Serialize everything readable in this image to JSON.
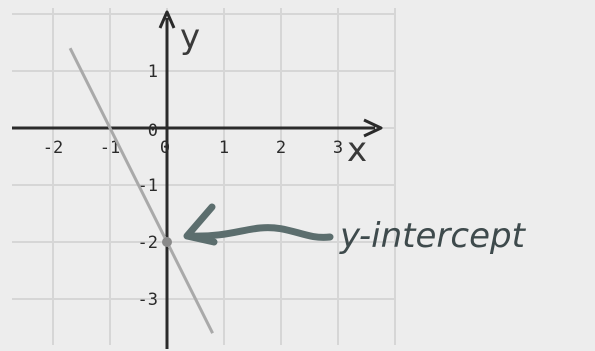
{
  "graph": {
    "axis_x_name": "x",
    "axis_y_name": "y",
    "x_ticks": [
      {
        "value": -2,
        "label": "-2"
      },
      {
        "value": -1,
        "label": "-1"
      },
      {
        "value": 0,
        "label": "0"
      },
      {
        "value": 1,
        "label": "1"
      },
      {
        "value": 2,
        "label": "2"
      },
      {
        "value": 3,
        "label": "3"
      }
    ],
    "y_ticks": [
      {
        "value": 1,
        "label": "1"
      },
      {
        "value": 0,
        "label": "0"
      },
      {
        "value": -1,
        "label": "-1"
      },
      {
        "value": -2,
        "label": "-2"
      },
      {
        "value": -3,
        "label": "-3"
      }
    ],
    "line": {
      "slope": -2,
      "intercept": -2
    },
    "intercept_point": {
      "x": 0,
      "y": -2
    },
    "annotation": "y-intercept",
    "colors": {
      "background": "#ededed",
      "grid": "#d6d6d6",
      "axes": "#2a2a2a",
      "line": "#a9a9a9",
      "arrow": "#5c6e6e",
      "point": "#8a8a8a"
    }
  }
}
